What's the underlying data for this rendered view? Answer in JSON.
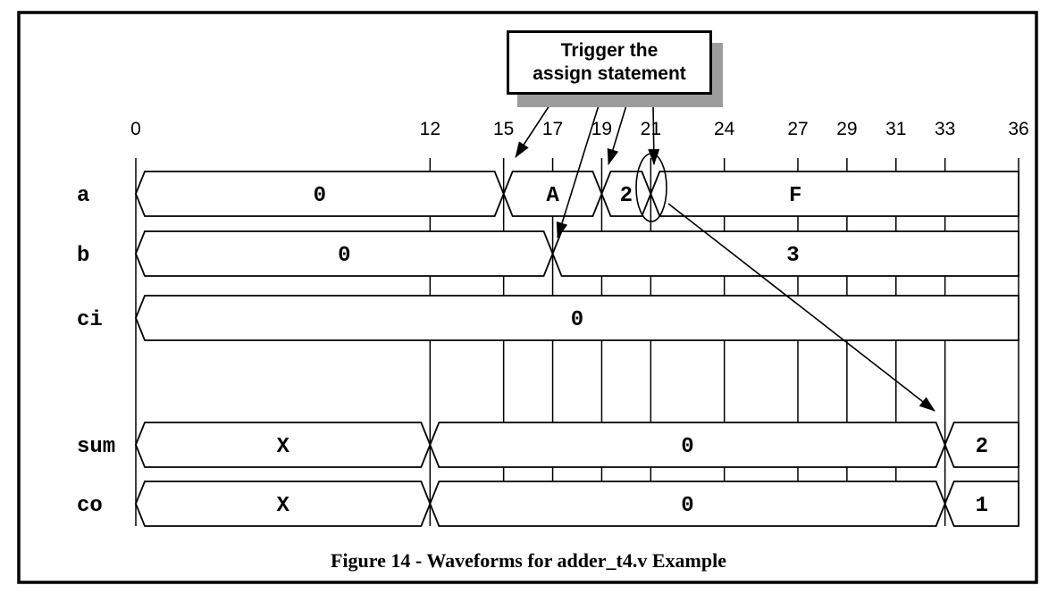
{
  "figure": {
    "caption": "Figure 14 - Waveforms for adder_t4.v Example"
  },
  "callout": {
    "lines": [
      "Trigger the",
      "assign statement"
    ]
  },
  "colors": {
    "foreground": "#000000",
    "background": "#ffffff",
    "callout_shadow": "#9c9c9c"
  },
  "chart_data": {
    "type": "waveform-timing-diagram",
    "title": "Figure 14 - Waveforms for adder_t4.v Example",
    "x_axis": {
      "range": [
        0,
        36
      ],
      "ticks": [
        0,
        12,
        15,
        17,
        19,
        21,
        24,
        27,
        29,
        31,
        33,
        36
      ],
      "grid": true
    },
    "signals": [
      {
        "name": "a",
        "segments": [
          {
            "from": 0,
            "to": 15,
            "value": "0"
          },
          {
            "from": 15,
            "to": 19,
            "value": "A"
          },
          {
            "from": 19,
            "to": 21,
            "value": "2"
          },
          {
            "from": 21,
            "to": 36,
            "value": "F",
            "label_at": 26.9
          }
        ]
      },
      {
        "name": "b",
        "segments": [
          {
            "from": 0,
            "to": 17,
            "value": "0"
          },
          {
            "from": 17,
            "to": 36,
            "value": "3",
            "label_at": 26.8
          }
        ]
      },
      {
        "name": "ci",
        "segments": [
          {
            "from": 0,
            "to": 36,
            "value": "0"
          }
        ]
      },
      {
        "name": "sum",
        "segments": [
          {
            "from": 0,
            "to": 12,
            "value": "X"
          },
          {
            "from": 12,
            "to": 33,
            "value": "0"
          },
          {
            "from": 33,
            "to": 36,
            "value": "2"
          }
        ]
      },
      {
        "name": "co",
        "segments": [
          {
            "from": 0,
            "to": 12,
            "value": "X"
          },
          {
            "from": 12,
            "to": 33,
            "value": "0"
          },
          {
            "from": 33,
            "to": 36,
            "value": "1"
          }
        ]
      }
    ],
    "annotations": {
      "callout_text": "Trigger the assign statement",
      "callout_arrows": [
        {
          "signal": "a",
          "time": 15
        },
        {
          "signal": "b",
          "time": 17
        },
        {
          "signal": "a",
          "time": 19
        },
        {
          "signal": "a",
          "time": 21
        }
      ],
      "highlight_ellipse": {
        "signal": "a",
        "time": 21
      },
      "cause_effect_arrow": {
        "from": {
          "signal": "a",
          "time": 21
        },
        "to": {
          "signal": "sum",
          "time": 33
        }
      }
    }
  }
}
